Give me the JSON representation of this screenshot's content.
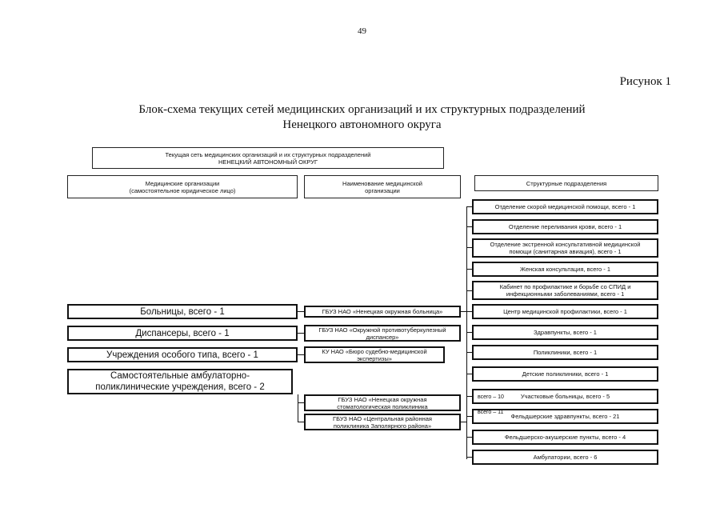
{
  "page_number": "49",
  "figure_label": "Рисунок 1",
  "title_line1": "Блок-схема текущих сетей медицинских организаций и их структурных подразделений",
  "title_line2": "Ненецкого автономного округа",
  "main_header": "Текущая сеть медицинских организаций и их структурных подразделений\nНЕНЕЦКИЙ АВТОНОМНЫЙ ОКРУГ",
  "columns": {
    "col1": "Медицинские организации\n(самостоятельное юридическое лицо)",
    "col2": "Наименование медицинской\nорганизации",
    "col3": "Структурные подразделения"
  },
  "categories": {
    "hospitals": "Больницы, всего - 1",
    "dispensaries": "Диспансеры, всего - 1",
    "special": "Учреждения особого типа, всего - 1",
    "ambulatory": "Самостоятельные амбулаторно-\nполиклинические учреждения, всего - 2"
  },
  "organizations": {
    "okrug_hospital": "ГБУЗ НАО «Ненецкая окружная больница»",
    "tb_dispensary": "ГБУЗ НАО «Окружной противотуберкулезный\nдиспансер»",
    "forensic": "КУ НАО «Бюро судебно-медицинской\nэкспертизы»",
    "dental": "ГБУЗ НАО «Ненецкая окружная\nстоматологическая поликлиника",
    "zapolyarny": "ГБУЗ НАО «Центральная районная\nполиклиника Заполярного района»"
  },
  "subdivisions": [
    "Отделение скорой медицинской помощи, всего - 1",
    "Отделение переливания крови, всего - 1",
    "Отделение экстренной консультативной медицинской\nпомощи (санитарная авиация), всего - 1",
    "Женская консультация, всего - 1",
    "Кабинет по профилактике и борьбе со СПИД и\nинфекционными заболеваниями, всего - 1",
    "Центр медицинской профилактики, всего - 1",
    "Здравпункты, всего - 1",
    "Поликлиники, всего - 1",
    "Детские поликлиники, всего - 1",
    "Участковые больницы, всего - 5",
    "Фельдшерские здравпункты, всего - 21",
    "Фельдшерско-акушерские пункты, всего - 4",
    "Амбулатории, всего - 6"
  ],
  "split_notes": {
    "note_10": "всего – 10",
    "note_11": "всего – 11"
  }
}
